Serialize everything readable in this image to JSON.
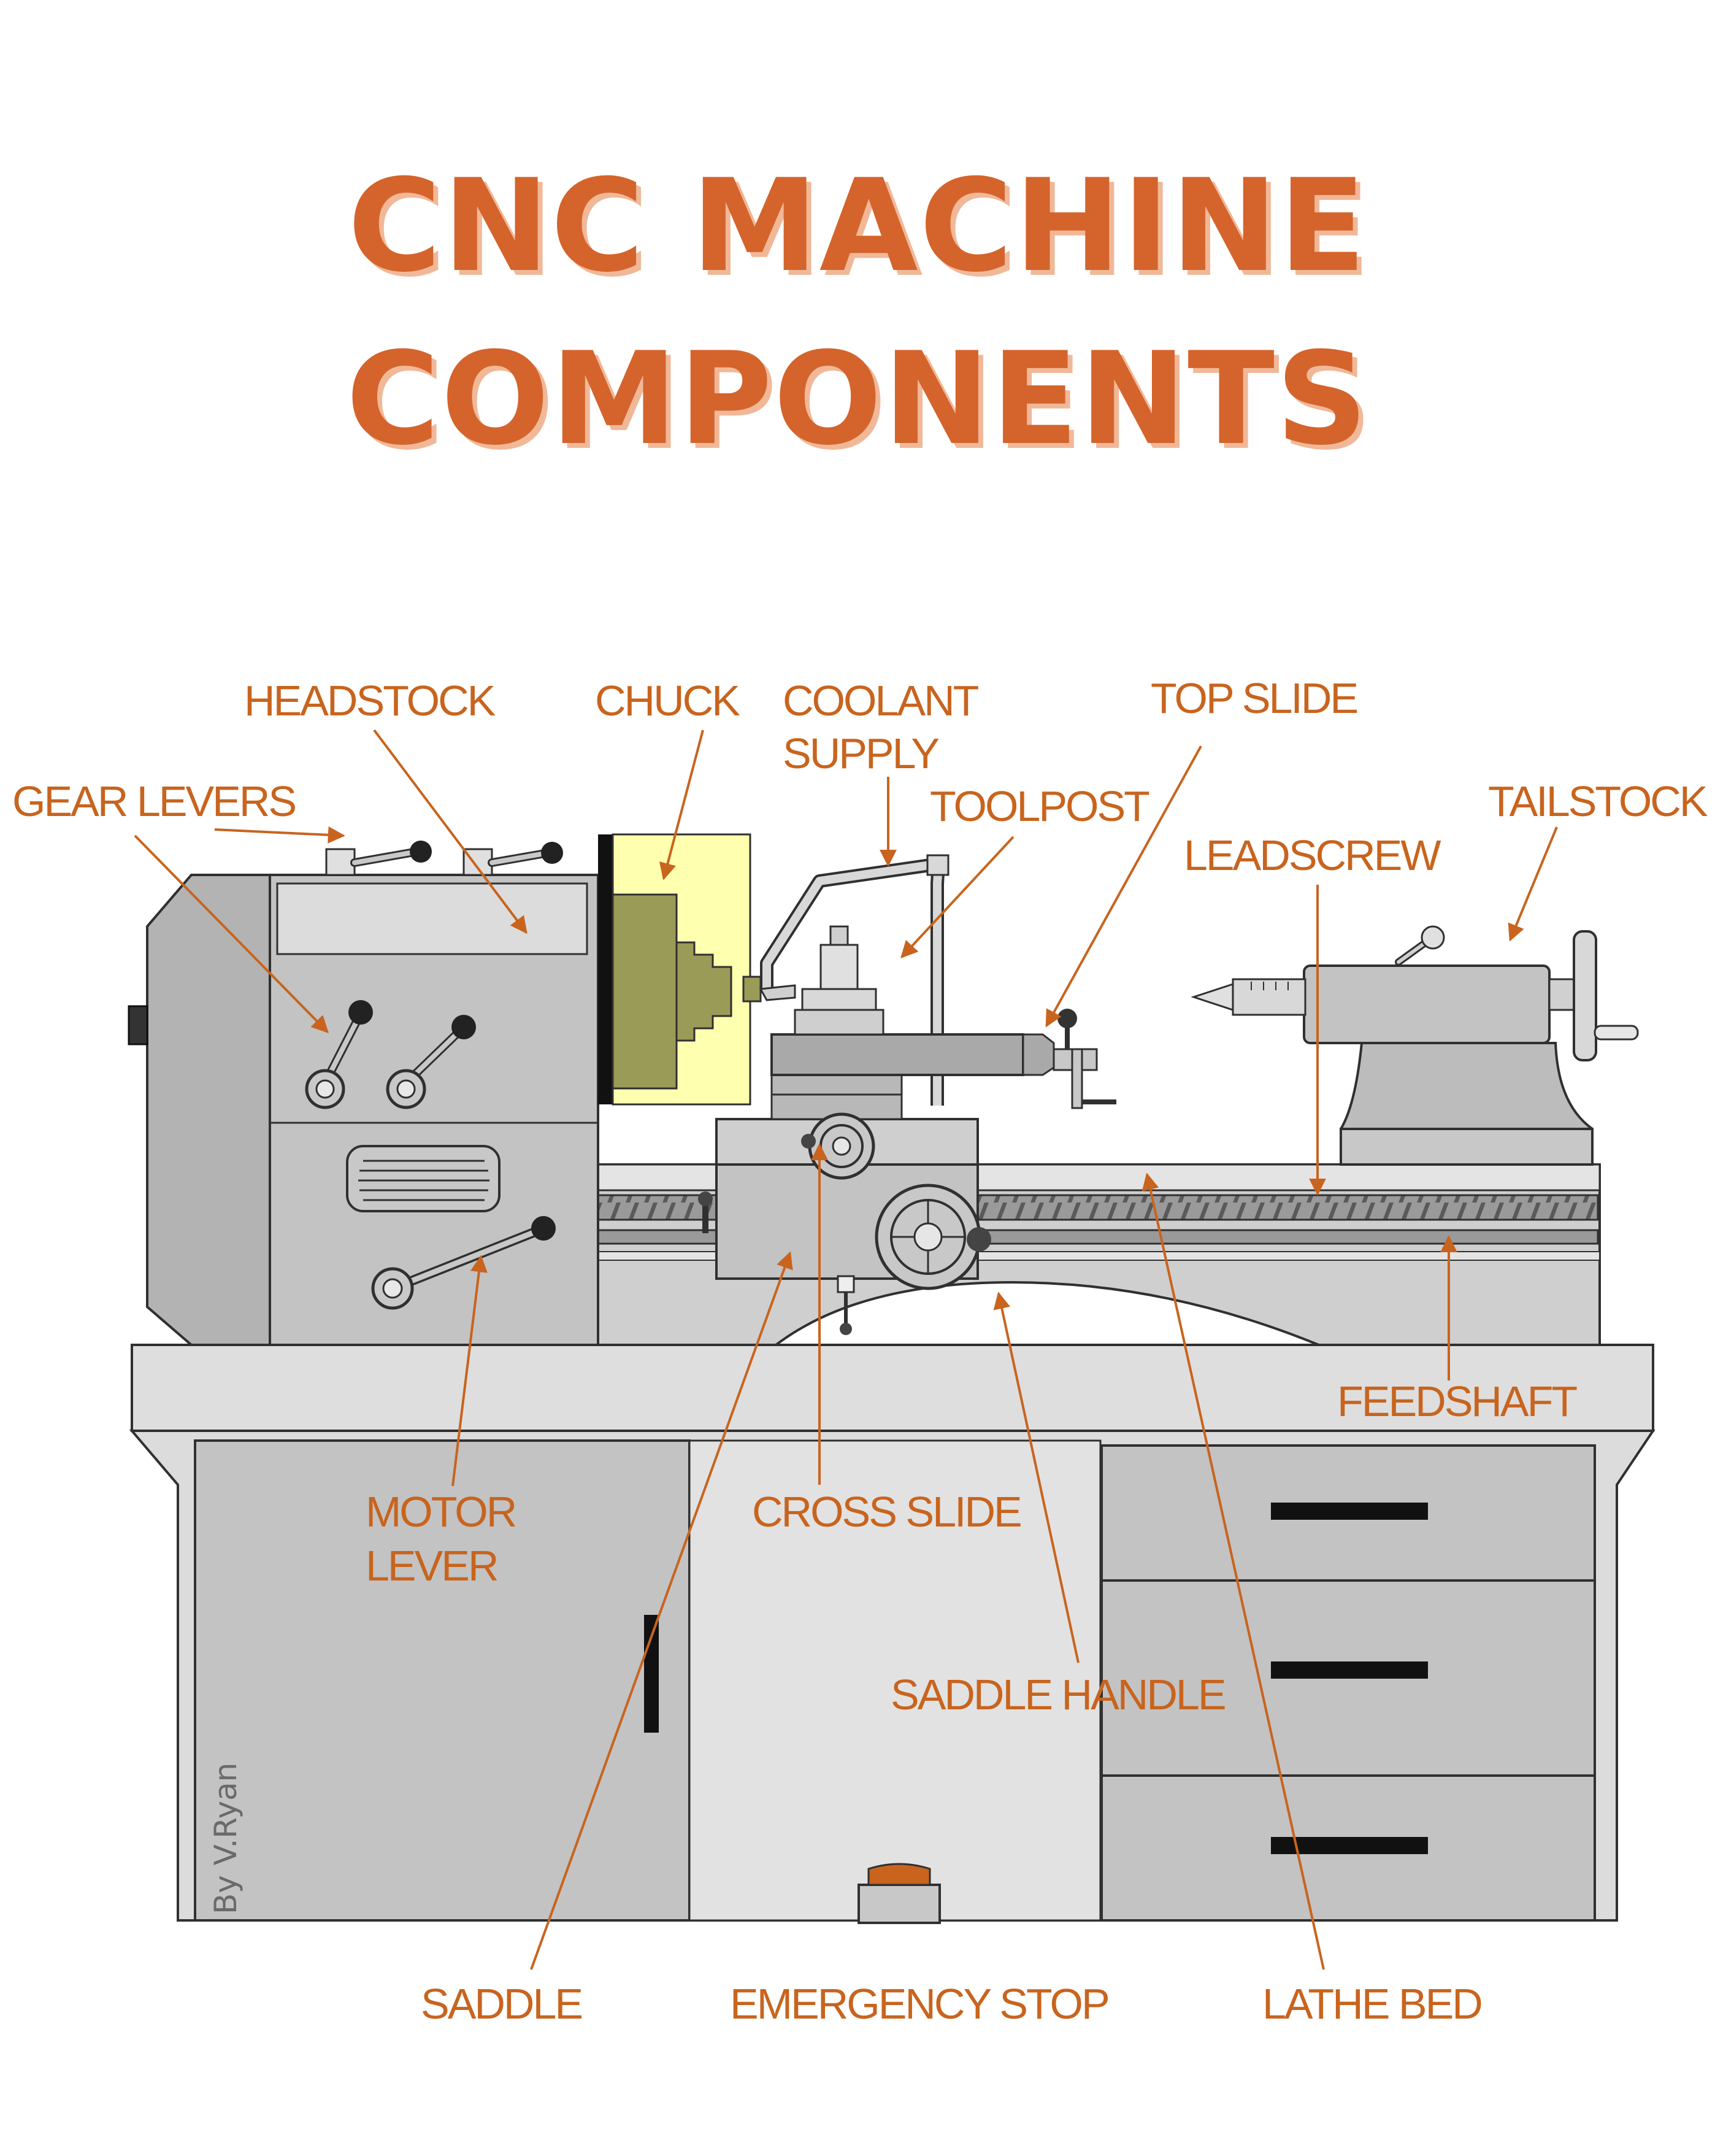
{
  "title": {
    "line1": "CNC MACHINE",
    "line2": "COMPONENTS"
  },
  "labels": {
    "headstock": "HEADSTOCK",
    "chuck": "CHUCK",
    "coolant_line1": "COOLANT",
    "coolant_line2": "SUPPLY",
    "top_slide": "TOP SLIDE",
    "gear_levers": "GEAR LEVERS",
    "toolpost": "TOOLPOST",
    "tailstock": "TAILSTOCK",
    "leadscrew": "LEADSCREW",
    "feedshaft": "FEEDSHAFT",
    "motor_line1": "MOTOR",
    "motor_line2": "LEVER",
    "cross_slide": "CROSS SLIDE",
    "saddle_handle": "SADDLE HANDLE",
    "saddle": "SADDLE",
    "emergency_stop": "EMERGENCY STOP",
    "lathe_bed": "LATHE BED"
  },
  "credit": "By V.Ryan",
  "colors": {
    "title": "#d4642c",
    "title_shadow": "#f1b898",
    "label": "#c8641e",
    "machine_grey": "#c0c0c0",
    "chuck_yellow": "#ffffb0",
    "chuck_olive": "#9b9b58",
    "emergency_button": "#c8641e"
  }
}
